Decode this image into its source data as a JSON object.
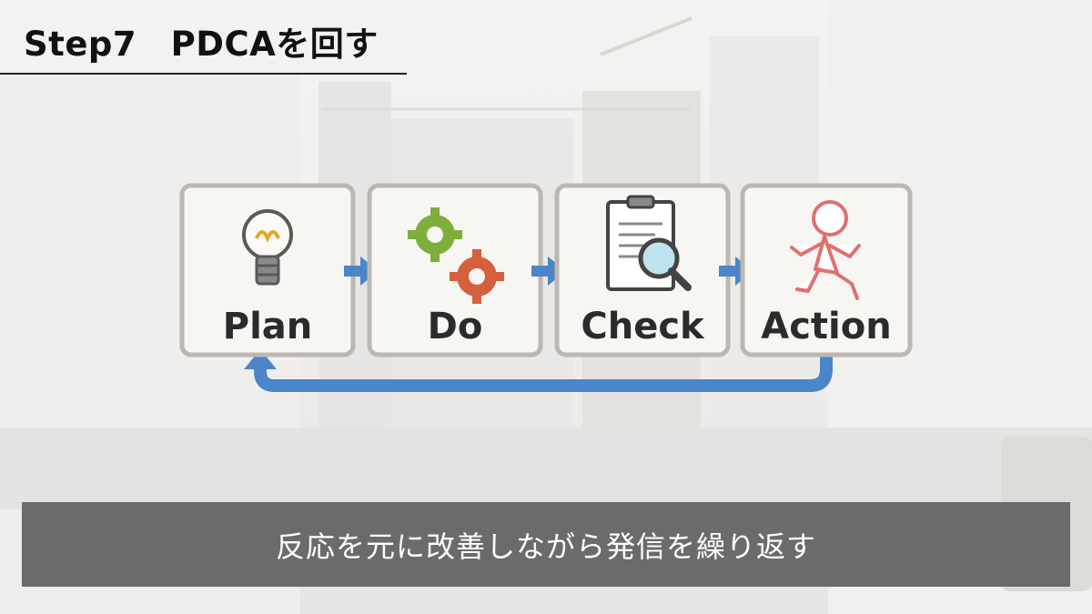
{
  "title": "Step7　PDCAを回す",
  "steps": [
    {
      "label": "Plan",
      "icon": "lightbulb-icon"
    },
    {
      "label": "Do",
      "icon": "gears-icon"
    },
    {
      "label": "Check",
      "icon": "clipboard-magnifier-icon"
    },
    {
      "label": "Action",
      "icon": "running-person-icon"
    }
  ],
  "caption": "反応を元に改善しながら発信を繰り返す",
  "colors": {
    "arrow": "#4a86c8",
    "card_border": "#bcb7b0",
    "caption_bar": "#6b6b6b",
    "gear_green": "#7fae3c",
    "gear_red": "#d65f3e",
    "runner_red": "#e07070"
  }
}
